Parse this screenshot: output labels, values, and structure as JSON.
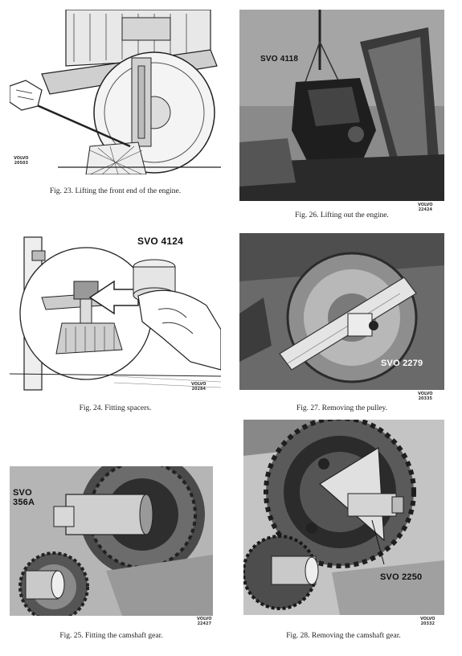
{
  "figures": [
    {
      "id": "fig-23",
      "caption": "Fig. 23.  Lifting the front end of the engine.",
      "stamp_brand": "VOLVO",
      "stamp_number": "20503",
      "callout": ""
    },
    {
      "id": "fig-26",
      "caption": "Fig. 26.  Lifting out the engine.",
      "stamp_brand": "VOLVO",
      "stamp_number": "22424",
      "callout": "SVO 4118"
    },
    {
      "id": "fig-24",
      "caption": "Fig. 24.  Fitting spacers.",
      "stamp_brand": "VOLVO",
      "stamp_number": "20284",
      "callout": "SVO 4124"
    },
    {
      "id": "fig-27",
      "caption": "Fig. 27.  Removing the pulley.",
      "stamp_brand": "VOLVO",
      "stamp_number": "20335",
      "callout": "SVO 2279"
    },
    {
      "id": "fig-25",
      "caption": "Fig. 25.  Fitting the camshaft gear.",
      "stamp_brand": "VOLVO",
      "stamp_number": "22427",
      "callout_line1": "SVO",
      "callout_line2": "356A"
    },
    {
      "id": "fig-28",
      "caption": "Fig. 28.  Removing the camshaft gear.",
      "stamp_brand": "VOLVO",
      "stamp_number": "20332",
      "callout": "SVO 2250"
    }
  ]
}
